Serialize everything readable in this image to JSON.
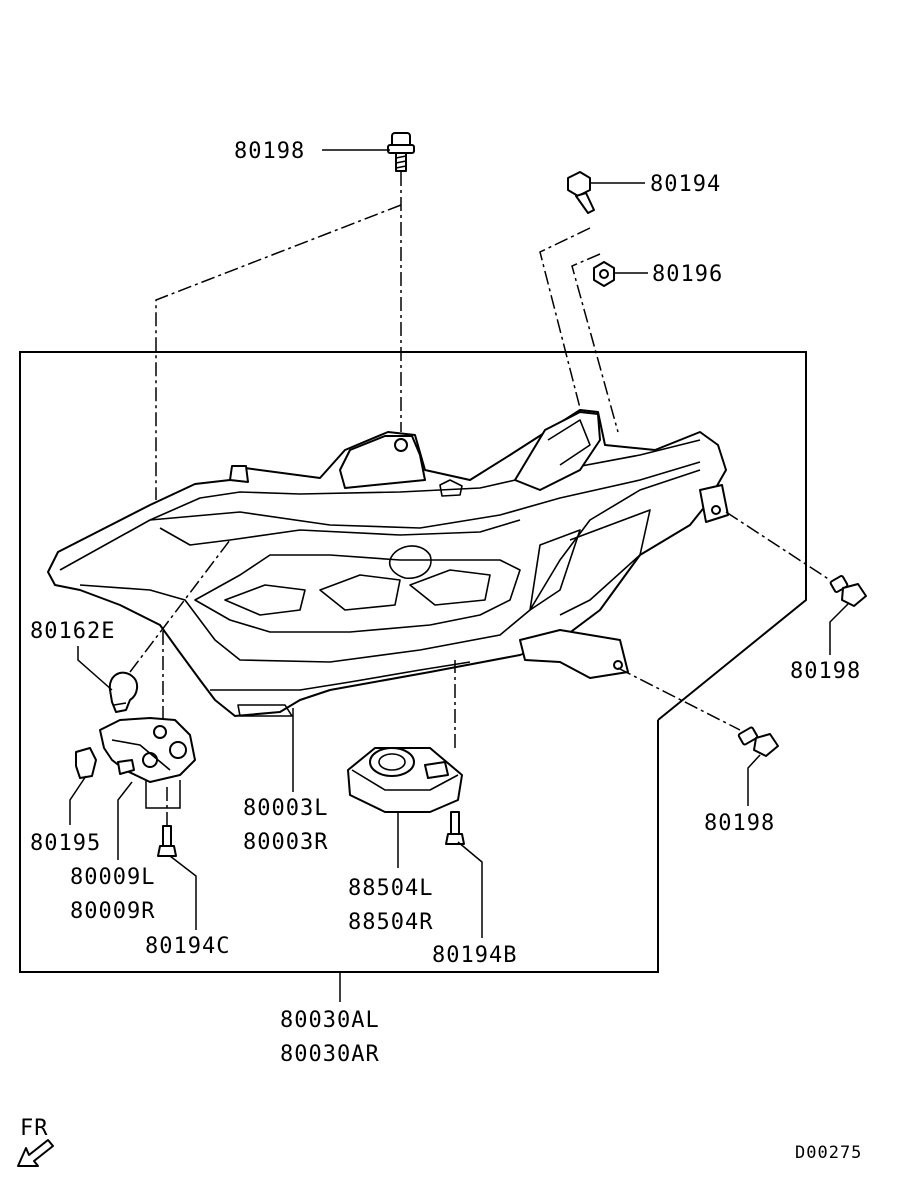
{
  "labels": {
    "l80198_top": "80198",
    "l80194": "80194",
    "l80196": "80196",
    "l80198_right": "80198",
    "l80198_lower": "80198",
    "l80162e": "80162E",
    "l80195": "80195",
    "l80009l": "80009L",
    "l80009r": "80009R",
    "l80194c": "80194C",
    "l80003l": "80003L",
    "l80003r": "80003R",
    "l88504l": "88504L",
    "l88504r": "88504R",
    "l80194b": "80194B",
    "l80030al": "80030AL",
    "l80030ar": "80030AR"
  },
  "front_label": "FR",
  "diagram_code": "D00275",
  "icons": [
    "bolt-80198-top-icon",
    "screw-80194-icon",
    "nut-80196-icon",
    "bolt-80198-right-icon",
    "bolt-80198-lower-icon",
    "bulb-80162e-icon",
    "socket-80009-icon",
    "clip-80195-icon",
    "screw-80194c-icon",
    "screw-80194b-icon",
    "ballast-88504-icon",
    "front-arrow-icon"
  ]
}
